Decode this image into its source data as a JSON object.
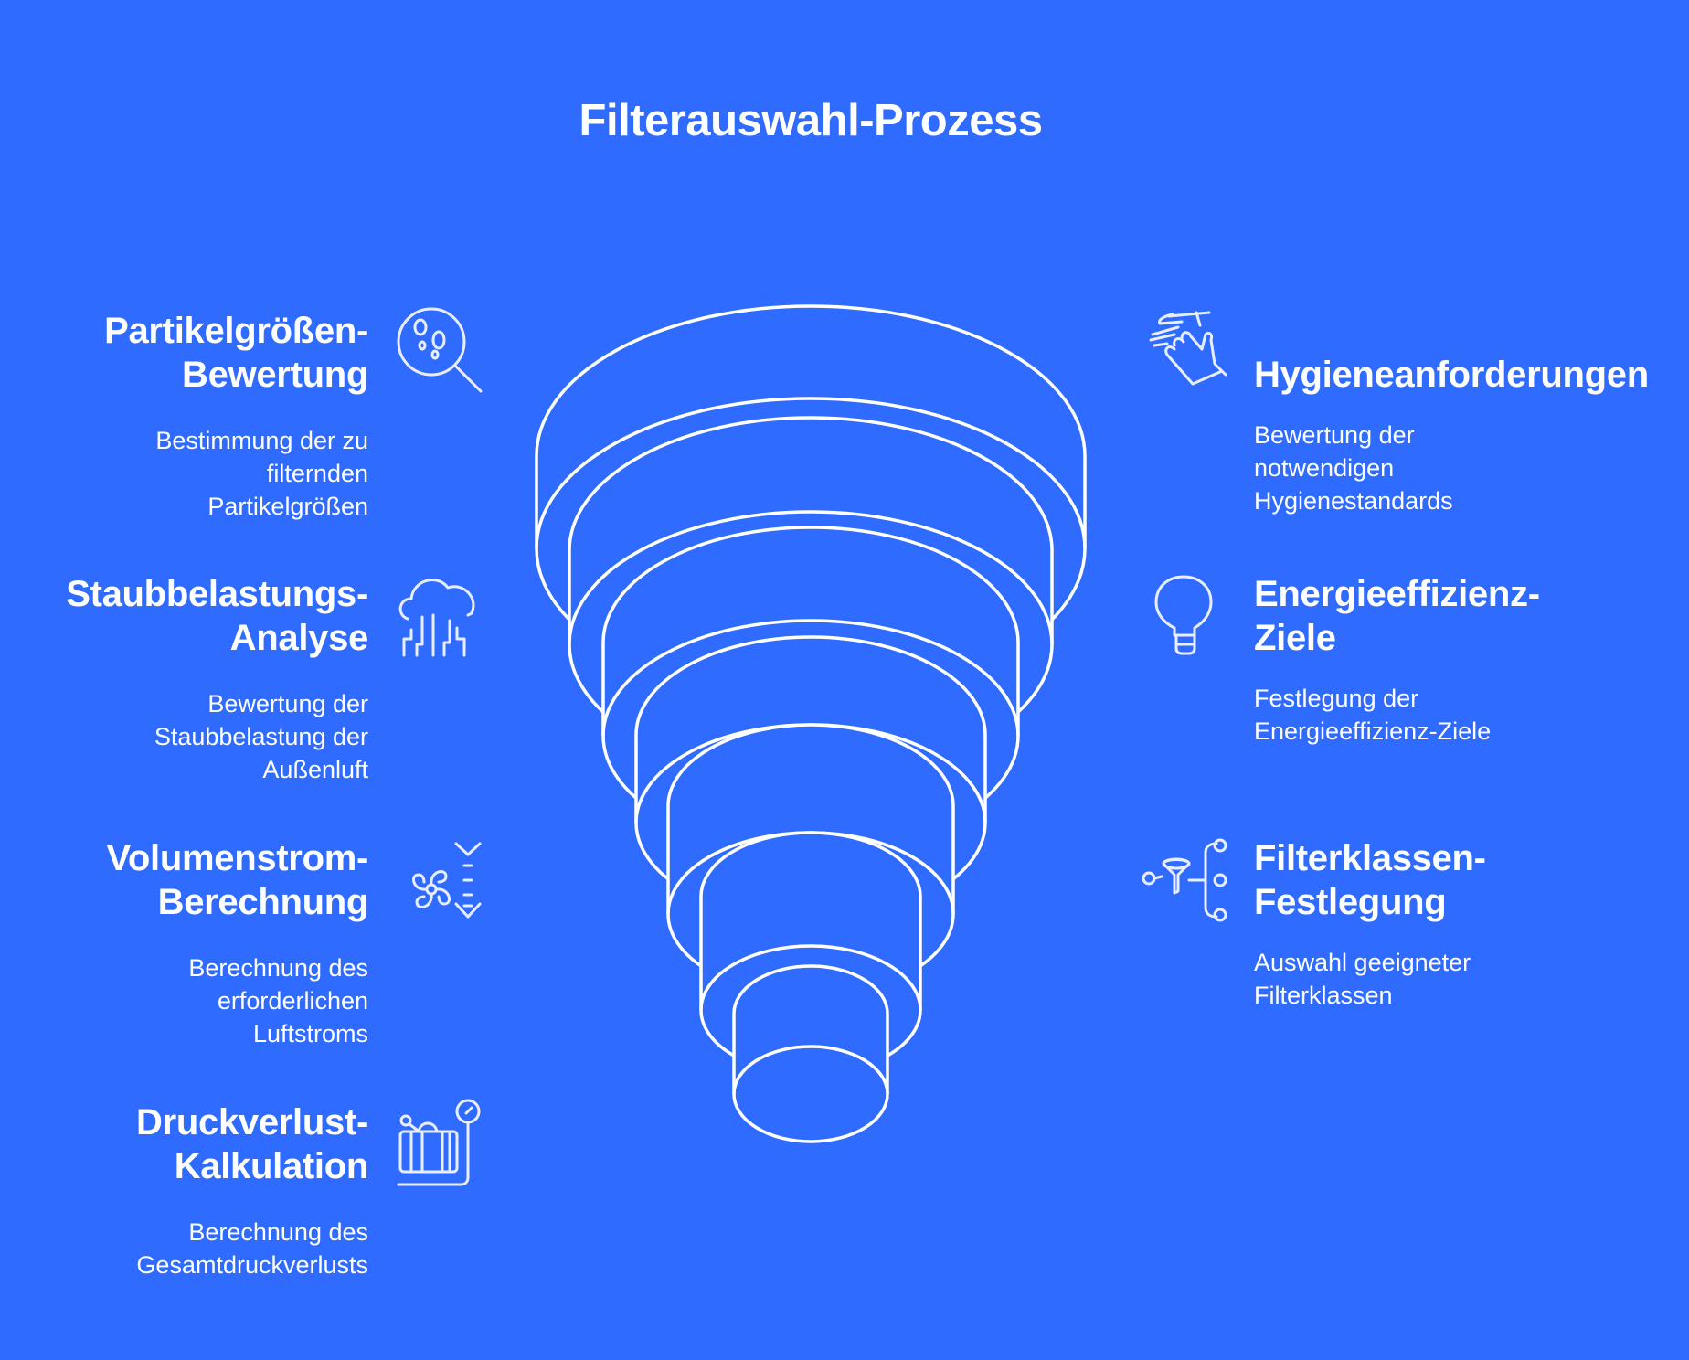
{
  "title": "Filterauswahl-Prozess",
  "colors": {
    "background": "#2f6bff",
    "line": "#ffffff",
    "icon": "#e8eeff"
  },
  "funnel_levels": 7,
  "left_steps": [
    {
      "title": "Partikelgrößen-\nBewertung",
      "description": "Bestimmung der zu\nfilternden\nPartikelgrößen",
      "icon": "magnifier-particles-icon"
    },
    {
      "title": "Staubbelastungs-\nAnalyse",
      "description": "Bewertung der\nStaubbelastung der\nAußenluft",
      "icon": "cloud-dust-icon"
    },
    {
      "title": "Volumenstrom-\nBerechnung",
      "description": "Berechnung des\nerforderlichen\nLuftstroms",
      "icon": "fan-airflow-icon"
    },
    {
      "title": "Druckverlust-\nKalkulation",
      "description": "Berechnung des\nGesamtdruckverlusts",
      "icon": "pressure-gauge-icon"
    }
  ],
  "right_steps": [
    {
      "title": "Hygieneanforderungen",
      "description": "Bewertung der\nnotwendigen\nHygienestandards",
      "icon": "hand-washing-icon"
    },
    {
      "title": "Energieeffizienz-\nZiele",
      "description": "Festlegung der\nEnergieeffizienz-Ziele",
      "icon": "lightbulb-icon"
    },
    {
      "title": "Filterklassen-\nFestlegung",
      "description": "Auswahl geeigneter\nFilterklassen",
      "icon": "funnel-branch-icon"
    }
  ]
}
